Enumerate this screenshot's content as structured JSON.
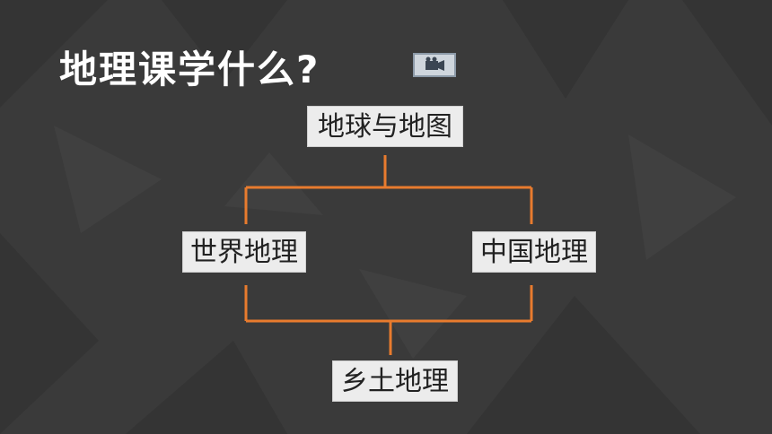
{
  "slide": {
    "title": "地理课学什么?",
    "camera_icon": "video-camera-icon"
  },
  "diagram": {
    "nodes": {
      "top": "地球与地图",
      "left": "世界地理",
      "right": "中国地理",
      "bottom": "乡土地理"
    },
    "edges": [
      [
        "top",
        "left"
      ],
      [
        "top",
        "right"
      ],
      [
        "left",
        "bottom"
      ],
      [
        "right",
        "bottom"
      ]
    ],
    "line_color": "#e87b2e"
  },
  "colors": {
    "background": "#3a3a3a",
    "box_fill": "#ececec",
    "title": "#ffffff"
  }
}
